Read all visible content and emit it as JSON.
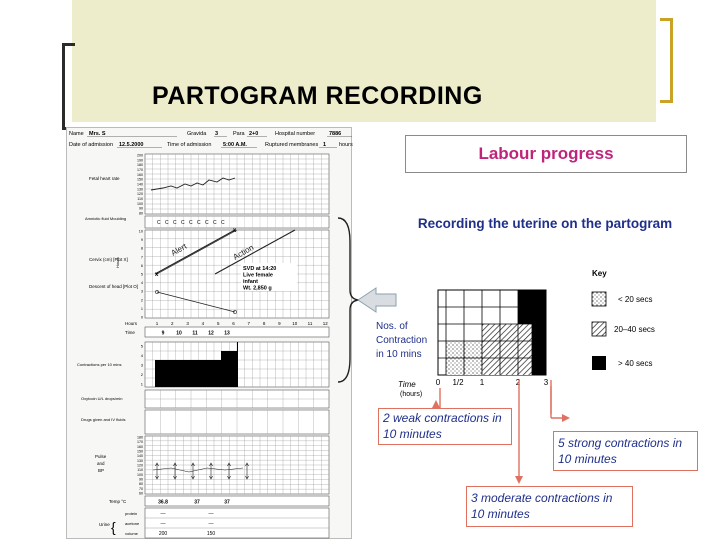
{
  "slide": {
    "title": "PARTOGRAM RECORDING",
    "accent_color": "#c9a227",
    "band_color": "#ededcc"
  },
  "partogram": {
    "name_label": "Name",
    "name_value": "Mrs. S",
    "gravida_label": "Gravida",
    "gravida_value": "3",
    "para_label": "Para",
    "para_value": "2+0",
    "hospital_label": "Hospital number",
    "hospital_value": "7886",
    "doa_label": "Date of admission",
    "doa_value": "12.5.2000",
    "toa_label": "Time of admission",
    "toa_value": "5:00 A.M.",
    "ruptured_label": "Ruptured membranes",
    "ruptured_value": "1",
    "hours_label": "hours",
    "fhr_label": "Fetal heart rate",
    "fhr_ticks": [
      "200",
      "190",
      "180",
      "170",
      "160",
      "150",
      "140",
      "130",
      "120",
      "110",
      "100",
      "90",
      "80"
    ],
    "amniotic_label": "Amniotic fluid Moulding",
    "amniotic_values": [
      "C",
      "C",
      "C",
      "C",
      "C",
      "C",
      "C",
      "C",
      "C"
    ],
    "cervix_label": "Cervix (cm) [Plot X]",
    "cervix_ticks": [
      "10",
      "9",
      "8",
      "7",
      "6",
      "5",
      "4",
      "3",
      "2",
      "1",
      "0"
    ],
    "hours_axis_label": "Hours",
    "descent_label": "Descent of head [Plot O]",
    "alert_label": "Alert",
    "action_label": "Action",
    "delivery_note": [
      "SVD at 14:20",
      "Live female",
      "infant",
      "Wt. 2,850 g"
    ],
    "hours_row_label": "Hours",
    "hours_numbers": [
      "1",
      "2",
      "3",
      "4",
      "5",
      "6",
      "7",
      "8",
      "9",
      "10",
      "11",
      "12"
    ],
    "time_label": "Time",
    "time_values": [
      "9",
      "10",
      "11",
      "12",
      "13"
    ],
    "contractions_label": "Contractions per 10 mins",
    "contraction_ticks": [
      "5",
      "4",
      "3",
      "2",
      "1"
    ],
    "oxytocin_label": "Oxytocin U/L drops/min",
    "drugs_label": "Drugs given and IV fluids",
    "pulse_label": "Pulse",
    "and_label": "and",
    "bp_label": "BP",
    "pulse_ticks": [
      "180",
      "170",
      "160",
      "150",
      "140",
      "130",
      "120",
      "110",
      "100",
      "90",
      "80",
      "70",
      "60"
    ],
    "temp_label": "Temp °C",
    "temp_values": [
      "36.8",
      "37",
      "37"
    ],
    "urine_label": "Urine",
    "urine_rows": [
      "protein",
      "acetone",
      "volume"
    ],
    "urine_values": [
      "—",
      "—",
      "200",
      "—",
      "—",
      "150"
    ]
  },
  "labour_progress": {
    "title": "Labour progress",
    "title_color": "#c0247a"
  },
  "recording": {
    "heading": "Recording the uterine on the partogram",
    "heading_color": "#1f2f8a"
  },
  "diagram": {
    "nos_label": "Nos. of Contraction in 10 mins",
    "time_label": "Time",
    "hours_label": "(hours)",
    "x_ticks": [
      "0",
      "1/2",
      "1",
      "2",
      "3"
    ],
    "key_title": "Key",
    "key_items": [
      {
        "pattern": "dots",
        "label": "< 20 secs"
      },
      {
        "pattern": "hatch",
        "label": "20–40 secs"
      },
      {
        "pattern": "solid",
        "label": "> 40 secs"
      }
    ]
  },
  "callouts": {
    "weak": "2 weak contractions in 10 minutes",
    "strong": "5 strong contractions in 10 minutes",
    "moderate": "3 moderate contractions in 10 minutes",
    "border_color": "#e07060",
    "text_color": "#1f2f8a"
  }
}
